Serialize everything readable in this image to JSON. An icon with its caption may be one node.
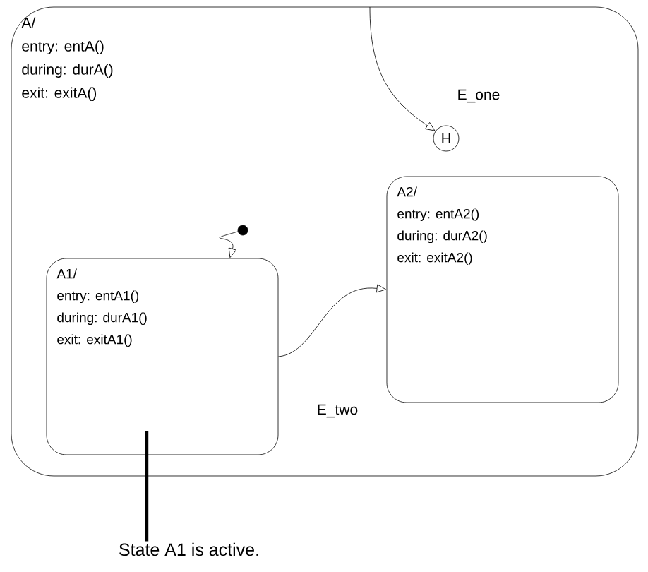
{
  "diagram": {
    "nodes": [
      {
        "text": [
          "A/",
          "entry: entA()",
          "during: durA()",
          "exit: exitA()"
        ]
      },
      {
        "text": [
          "H"
        ],
        "in": 0
      },
      {
        "text": [],
        "shape": "circle",
        "in": 0
      },
      {
        "text": [
          "A1/",
          "entry: entA1()",
          "during: durA1()",
          "exit: exitA1()"
        ],
        "in": 0
      },
      {
        "text": [
          "A2/",
          "entry: entA2()",
          "during: durA2()",
          "exit: exitA2()"
        ],
        "in": 0
      },
      {
        "text": [
          "State A1 is active."
        ]
      }
    ],
    "edges": [
      {
        "from": null,
        "to": 1,
        "arrow": "to",
        "label": "E_one"
      },
      {
        "from": 2,
        "to": 3,
        "arrow": "to"
      },
      {
        "from": 3,
        "to": 4,
        "arrow": "to",
        "label": "E_two"
      },
      {
        "from": 5,
        "to": 3,
        "arrow": "none",
        "style": "thick"
      }
    ]
  }
}
